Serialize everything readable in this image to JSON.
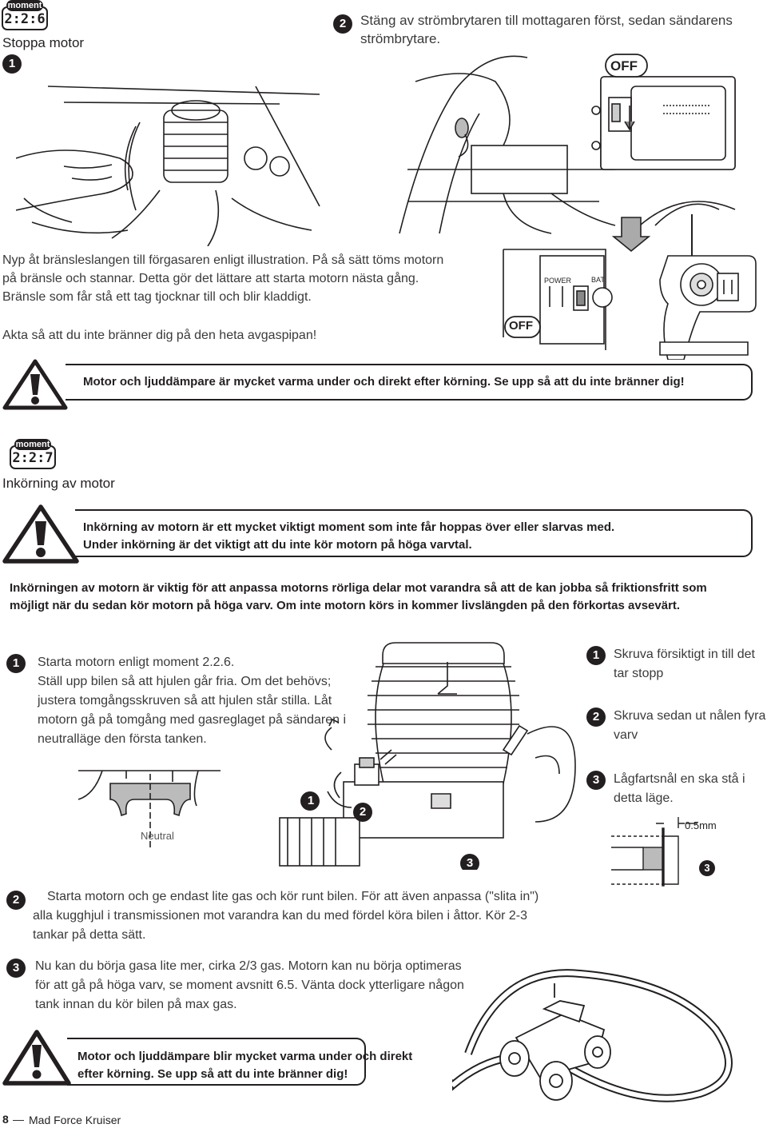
{
  "section_226": {
    "moment_tag": "moment",
    "moment_number": "2:2:6",
    "title": "Stoppa motor",
    "step1_marker": "1",
    "step2_marker": "2",
    "step2_text_l1": "Stäng av strömbrytaren till mottagaren först, sedan sändarens",
    "step2_text_l2": "strömbrytare.",
    "off_label_receiver": "OFF",
    "step1_text_l1": "Nyp åt bränsleslangen till förgasaren enligt illustration. På så sätt töms motorn",
    "step1_text_l2": "på bränsle och stannar. Detta gör det lättare att starta motorn nästa gång.",
    "step1_text_l3": "Bränsle som får stå ett tag tjocknar till och blir kladdigt.",
    "step1_caution": "Akta så att du inte bränner dig på den heta avgaspipan!",
    "transmitter_power_label": "POWER",
    "transmitter_bat_label": "BAT",
    "off_label_transmitter": "OFF",
    "warning": "Motor och ljuddämpare är mycket varma under och direkt efter körning. Se upp så att du inte bränner dig!"
  },
  "section_227": {
    "moment_tag": "moment",
    "moment_number": "2:2:7",
    "title": "Inkörning av motor",
    "warning_l1": "Inkörning av motorn är ett mycket viktigt moment som inte får hoppas över eller slarvas med.",
    "warning_l2": "Under inkörning är det viktigt att du inte kör motorn på höga varvtal.",
    "intro_l1": "Inkörningen av motorn är viktig för att anpassa motorns rörliga delar mot varandra så att de kan jobba så friktionsfritt som",
    "intro_l2": "möjligt när du sedan kör motorn på höga varv. Om inte motorn körs in kommer livslängden på den förkortas avsevärt.",
    "step1_marker": "1",
    "step1_l1": "Starta motorn enligt moment 2.2.6.",
    "step1_l2": "Ställ upp bilen så att hjulen går fria. Om det behövs;",
    "step1_l3": "justera tomgångsskruven så att hjulen står stilla. Låt",
    "step1_l4": "motorn gå på tomgång med gasreglaget på sändaren i",
    "step1_l5": "neutralläge den första tanken.",
    "neutral_label": "Neutral",
    "right_steps": [
      {
        "marker": "1",
        "l1": "Skruva försiktigt in till det",
        "l2": "tar stopp"
      },
      {
        "marker": "2",
        "l1": "Skruva sedan ut nålen fyra",
        "l2": "varv"
      },
      {
        "marker": "3",
        "l1": "Lågfartsnål en ska stå i",
        "l2": "detta läge."
      }
    ],
    "engine_callouts": [
      "1",
      "2",
      "3"
    ],
    "needle_gap_label": "0.5mm",
    "needle_callout": "3",
    "step2_marker": "2",
    "step2_l1": "Starta motorn och ge endast lite gas och kör runt bilen. För att även anpassa (\"slita in\")",
    "step2_l2": "alla kugghjul i transmissionen mot varandra kan du med fördel köra bilen i åttor. Kör 2-3",
    "step2_l3": "tankar på detta sätt.",
    "step3_marker": "3",
    "step3_l1": "Nu kan du börja gasa lite mer, cirka 2/3 gas. Motorn kan nu börja optimeras",
    "step3_l2": "för att gå på höga varv, se moment avsnitt 6.5. Vänta dock ytterligare någon",
    "step3_l3": "tank innan du kör bilen på  max gas.",
    "warning2_l1": "Motor och ljuddämpare blir mycket varma under och direkt",
    "warning2_l2": "efter körning. Se upp så att du inte bränner dig!"
  },
  "footer": {
    "page_number": "8",
    "separator": "—",
    "product_name": "Mad Force Kruiser"
  }
}
